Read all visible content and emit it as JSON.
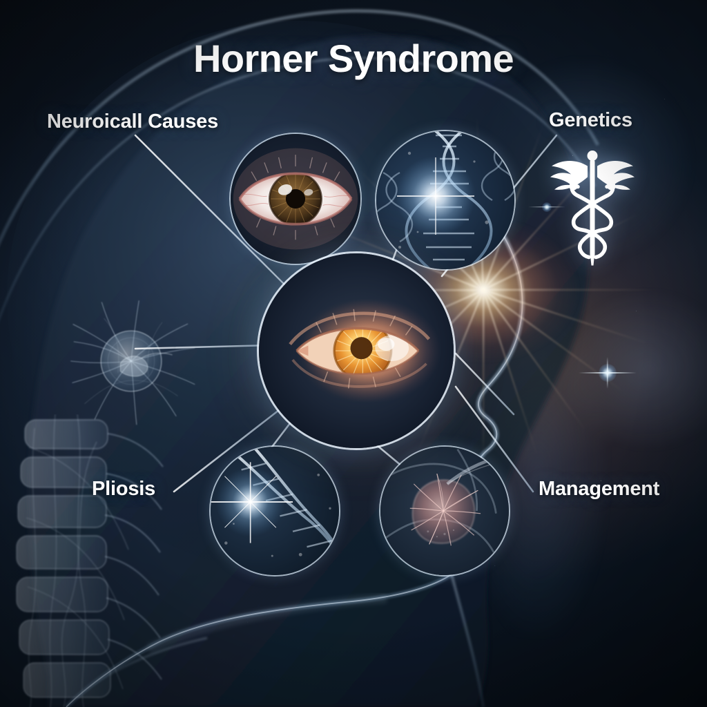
{
  "poster": {
    "title": "Horner Syndrome",
    "background_color": "#0d1724",
    "accent_color": "#ffb070",
    "text_color": "#ffffff",
    "line_color": "#dceefc"
  },
  "labels": [
    {
      "id": "neurological-causes",
      "text": "Neuroicall Causes",
      "position": "top-left"
    },
    {
      "id": "genetics",
      "text": "Genetics",
      "position": "top-right"
    },
    {
      "id": "ptosis",
      "text": "Pliosis",
      "position": "bottom-left"
    },
    {
      "id": "management",
      "text": "Management",
      "position": "bottom-right"
    }
  ],
  "nodes": [
    {
      "id": "central-eye",
      "icon": "glowing-eye-icon",
      "role": "center",
      "description": "Glowing amber eye"
    },
    {
      "id": "eye-closeup",
      "icon": "eye-closeup-icon",
      "role": "satellite",
      "description": "Close-up human eye with brown iris"
    },
    {
      "id": "dna-top",
      "icon": "dna-helix-icon",
      "role": "satellite",
      "description": "DNA double helix with light flare"
    },
    {
      "id": "dna-bottom",
      "icon": "dna-helix-icon",
      "role": "satellite",
      "description": "DNA strand with star flare"
    },
    {
      "id": "nerve-anatomy",
      "icon": "nerve-anatomy-icon",
      "role": "satellite",
      "description": "Anatomical nerve plexus"
    }
  ],
  "graphics": {
    "caduceus": "caduceus-icon",
    "head_silhouette": "head-profile-silhouette",
    "neuron_sphere": "neuron-cell-icon",
    "spine": "cervical-spine-icon",
    "light_burst": "light-burst"
  }
}
